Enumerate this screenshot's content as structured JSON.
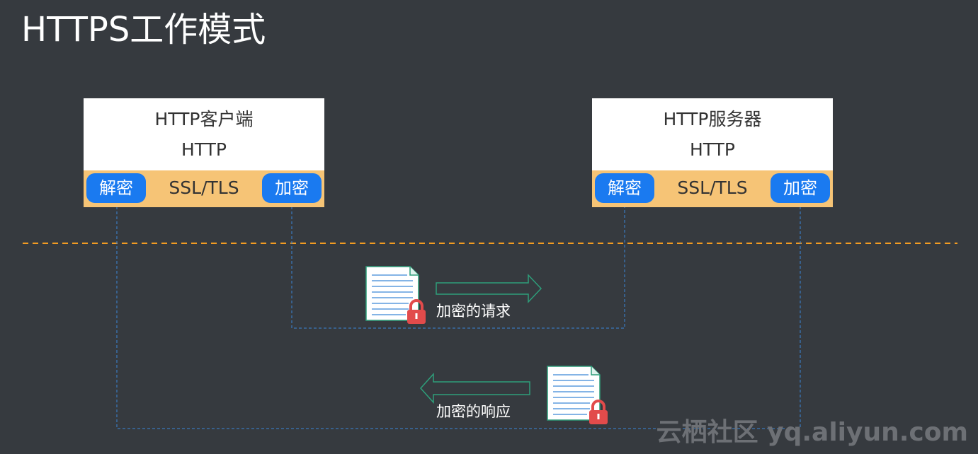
{
  "title": "HTTPS工作模式",
  "client": {
    "name": "HTTP客户端",
    "protocol": "HTTP",
    "ssl": "SSL/TLS",
    "decrypt": "解密",
    "encrypt": "加密"
  },
  "server": {
    "name": "HTTP服务器",
    "protocol": "HTTP",
    "ssl": "SSL/TLS",
    "decrypt": "解密",
    "encrypt": "加密"
  },
  "request_caption": "加密的请求",
  "response_caption": "加密的响应",
  "watermark": "云栖社区 yq.aliyun.com",
  "colors": {
    "background": "#363a3f",
    "pill": "#1a7af0",
    "ssl_band": "#f6c476",
    "dashed_divider": "#f39c22",
    "flow_line": "#3b86d8",
    "arrow_outline": "#2e9e7a",
    "lock": "#e24b4b"
  },
  "icons": [
    "document-icon",
    "lock-icon",
    "right-arrow-icon",
    "left-arrow-icon"
  ]
}
